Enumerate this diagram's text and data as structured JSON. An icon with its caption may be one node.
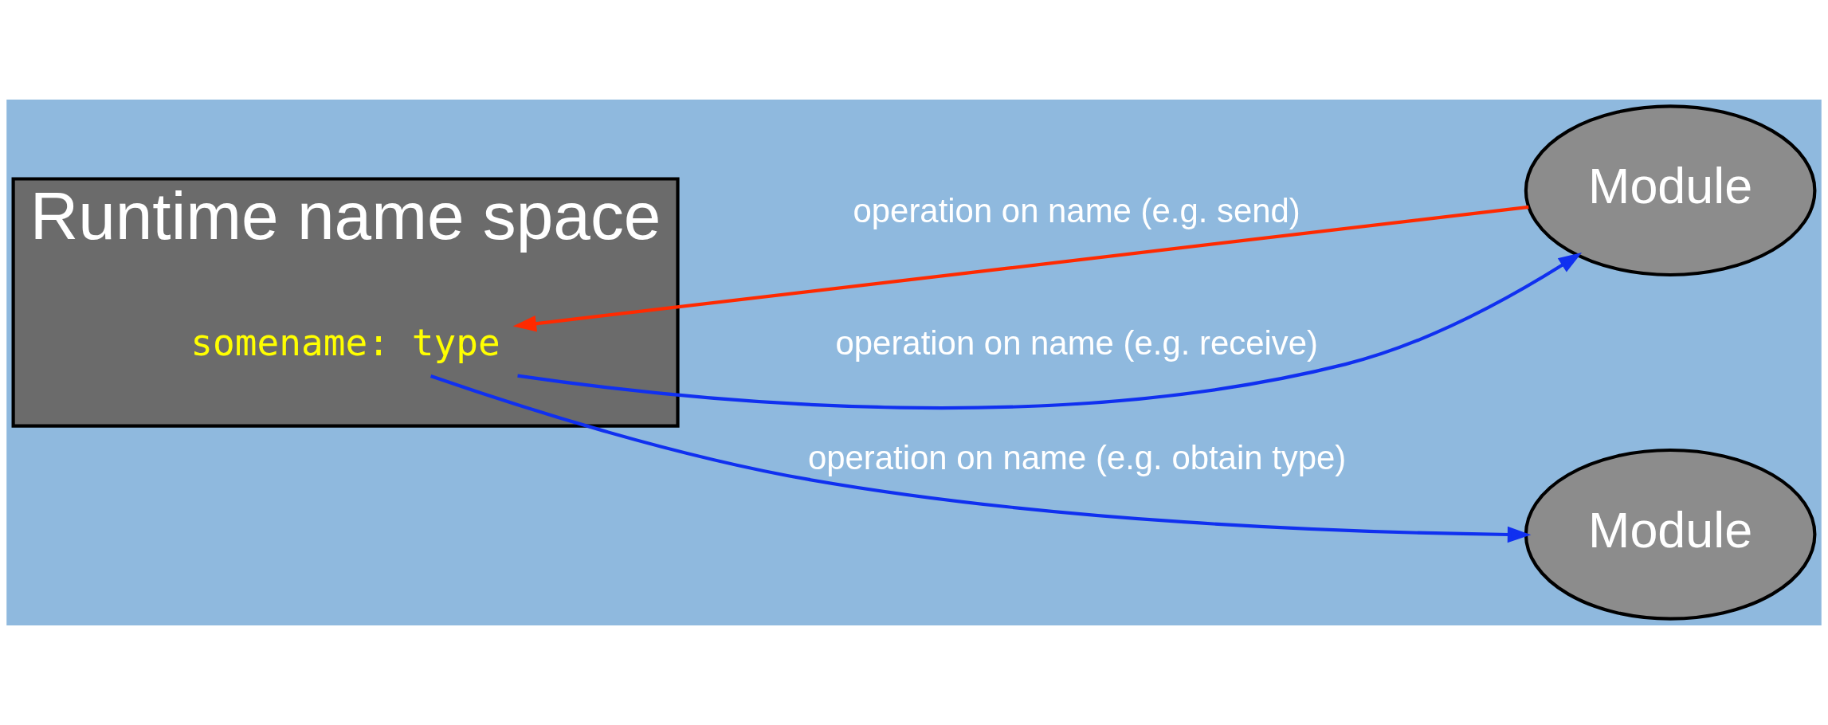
{
  "diagram": {
    "nodes": [
      {
        "text": [
          "Module"
        ]
      },
      {
        "text": [
          "Runtime name space"
        ]
      },
      {
        "text": [
          "somename: type"
        ],
        "in": 1
      },
      {
        "text": [
          "Module"
        ]
      }
    ],
    "edges": [
      {
        "from": 0,
        "to": 2,
        "arrow": "to",
        "label": "operation on name (e.g. send)",
        "color": "#ff2a00"
      },
      {
        "from": 2,
        "to": 0,
        "arrow": "to",
        "label": "operation on name (e.g. receive)",
        "color": "#1030f0"
      },
      {
        "from": 2,
        "to": 3,
        "arrow": "to",
        "label": "operation on name (e.g. obtain type)",
        "color": "#1030f0"
      }
    ]
  }
}
